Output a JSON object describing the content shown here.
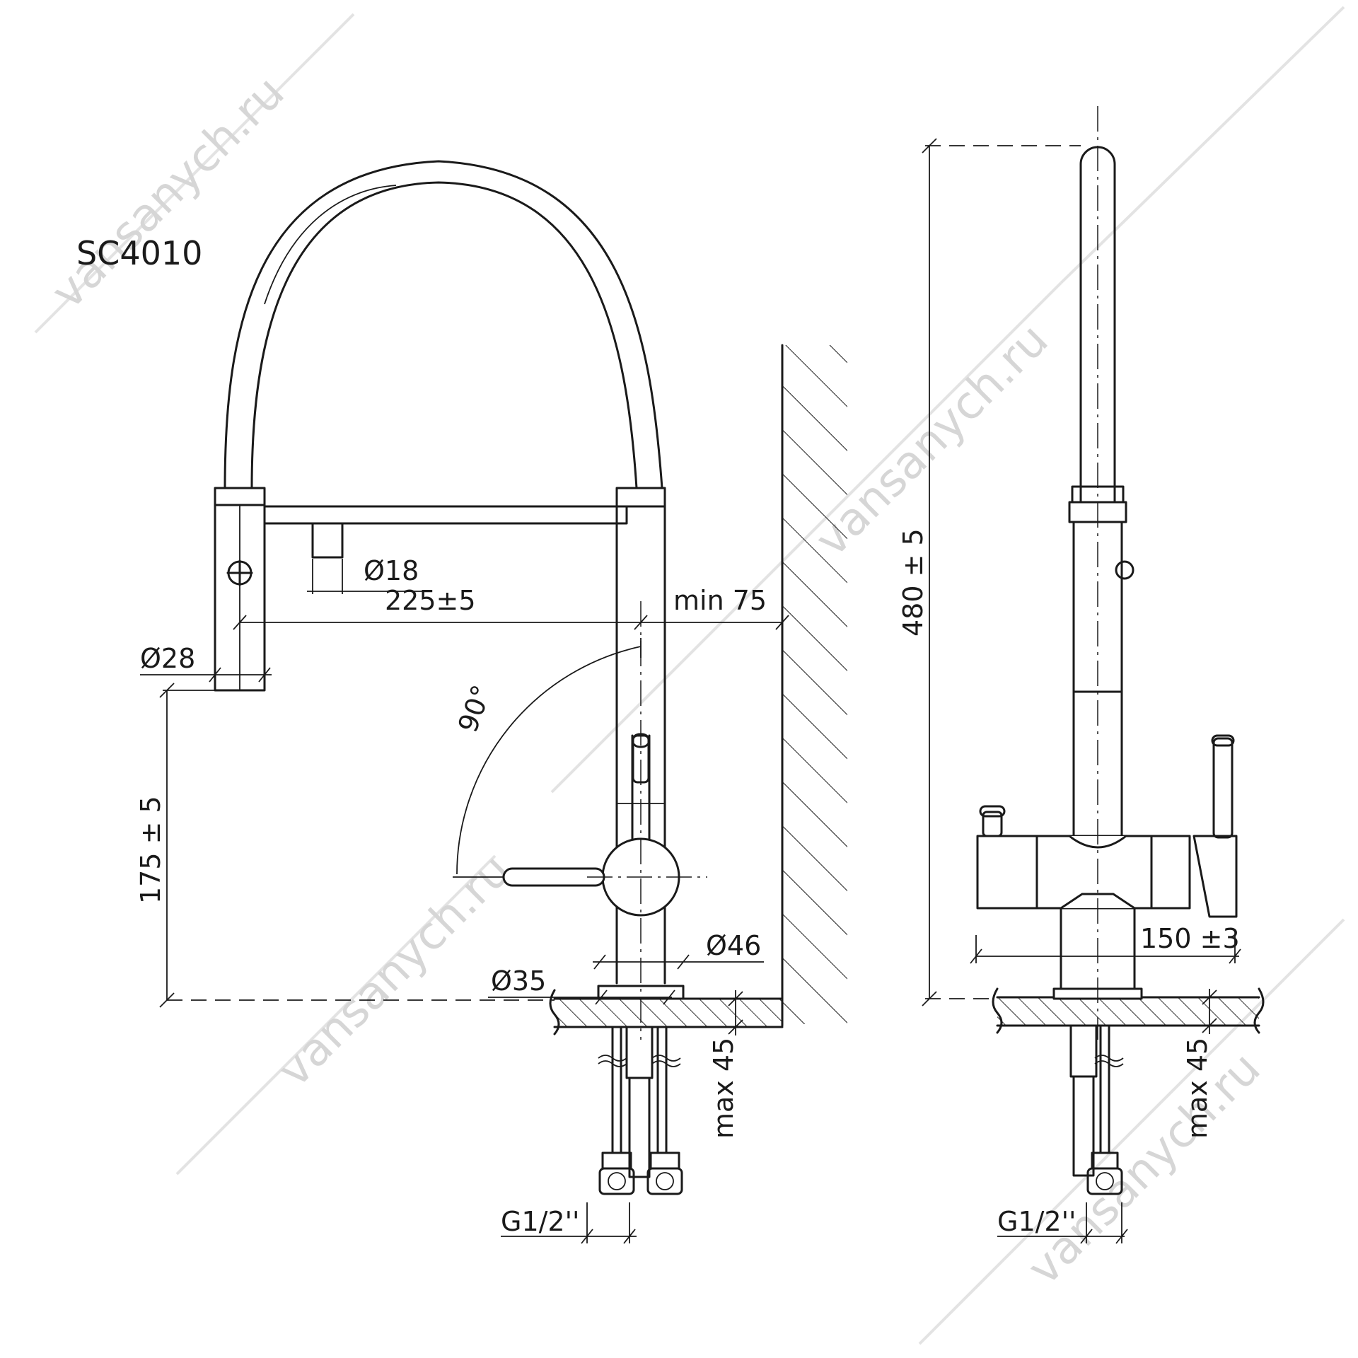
{
  "model": "SC4010",
  "watermark": "vansanych.ru",
  "dimensions": {
    "spray_diameter": "Ø18",
    "reach": "225±5",
    "wall_clearance": "min 75",
    "spout_diameter": "Ø28",
    "spout_height": "175 ± 5",
    "rotation_angle": "90°",
    "body_diameter": "Ø46",
    "base_diameter": "Ø35",
    "max_thickness_left": "max 45",
    "connection_left": "G1/2''",
    "total_height": "480 ± 5",
    "handle_span": "150 ±3",
    "max_thickness_right": "max 45",
    "connection_right": "G1/2''"
  }
}
